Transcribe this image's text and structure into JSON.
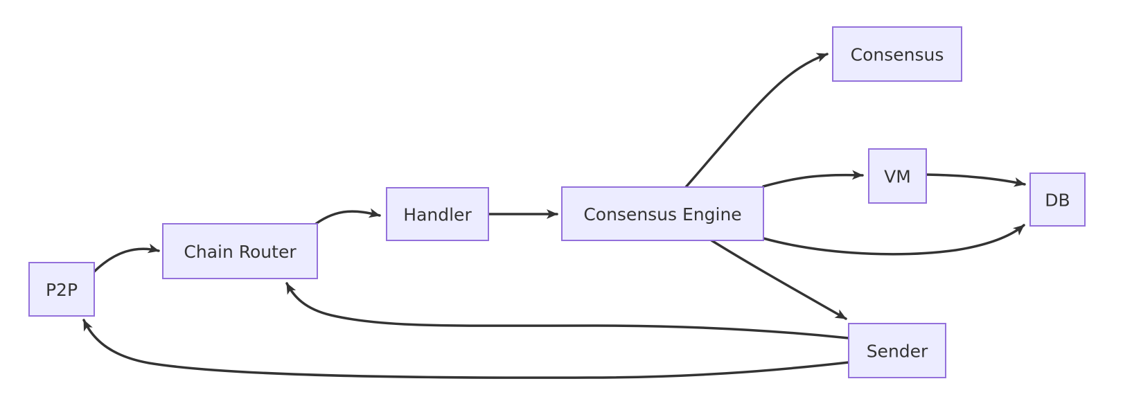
{
  "diagram": {
    "type": "flowchart",
    "direction": "left-to-right",
    "colors": {
      "node_fill": "#ECECFF",
      "node_border": "#9370DB",
      "edge": "#333333",
      "text": "#333333",
      "background": "#ffffff"
    },
    "nodes": [
      {
        "id": "p2p",
        "label": "P2P"
      },
      {
        "id": "chain-router",
        "label": "Chain Router"
      },
      {
        "id": "handler",
        "label": "Handler"
      },
      {
        "id": "consensus-engine",
        "label": "Consensus Engine"
      },
      {
        "id": "consensus",
        "label": "Consensus"
      },
      {
        "id": "vm",
        "label": "VM"
      },
      {
        "id": "db",
        "label": "DB"
      },
      {
        "id": "sender",
        "label": "Sender"
      }
    ],
    "edges": [
      {
        "from": "P2P",
        "to": "Chain Router"
      },
      {
        "from": "Chain Router",
        "to": "Handler"
      },
      {
        "from": "Handler",
        "to": "Consensus Engine"
      },
      {
        "from": "Consensus Engine",
        "to": "Consensus"
      },
      {
        "from": "Consensus Engine",
        "to": "VM"
      },
      {
        "from": "VM",
        "to": "DB"
      },
      {
        "from": "Consensus Engine",
        "to": "DB"
      },
      {
        "from": "Consensus Engine",
        "to": "Sender"
      },
      {
        "from": "Sender",
        "to": "Chain Router"
      },
      {
        "from": "Sender",
        "to": "P2P"
      }
    ]
  }
}
